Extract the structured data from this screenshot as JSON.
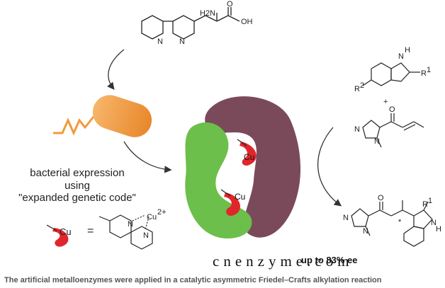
{
  "labels": {
    "bacterial_line1": "bacterial expression",
    "bacterial_line2": "using",
    "bacterial_line3": "\"expanded genetic code\"",
    "equals": "=",
    "caption": "The artificial metalloenzymes were applied in a catalytic asymmetric Friedel–Crafts alkylation reaction",
    "watermark": "cnenzyme.com",
    "yield_note": "up to 83% ee"
  },
  "atoms": {
    "cu": "Cu",
    "cu2plus": "Cu",
    "plus_charge": "2+",
    "nh": "N",
    "h": "H",
    "h2n": "H2N",
    "oh": "OH",
    "o": "O",
    "n": "N",
    "r1": "R",
    "r1_sup": "1",
    "r2": "R",
    "r2_sup": "2",
    "plus": "+",
    "star": "*"
  },
  "colors": {
    "protein_purple": "#7a4a5b",
    "protein_green": "#6cbf4a",
    "bacterium_orange": "#f29a3c",
    "cu_red": "#e0262c",
    "bond": "#222222"
  }
}
